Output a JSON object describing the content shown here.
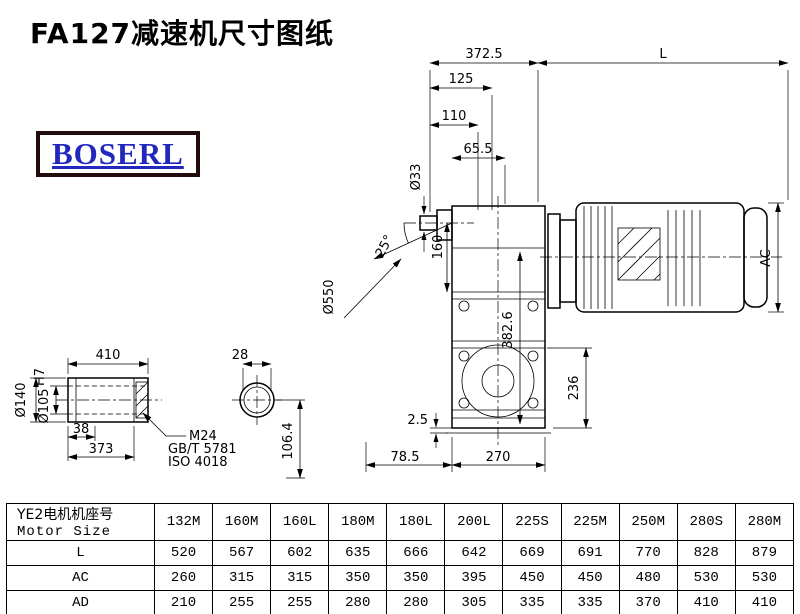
{
  "page": {
    "title": "FA127减速机尺寸图纸",
    "logo": "BOSERL"
  },
  "drawing": {
    "dims": {
      "d372_5": "372.5",
      "dL": "L",
      "d125": "125",
      "d110": "110",
      "d65_5": "65.5",
      "d33": "Ø33",
      "d160": "160",
      "d25": "25°",
      "d550": "Ø550",
      "d382_6": "382.6",
      "dAC": "AC",
      "d236": "236",
      "d2_5": "2.5",
      "d78_5": "78.5",
      "d270": "270",
      "d410": "410",
      "d140": "Ø140",
      "d105": "Ø105",
      "d105_fit": "H7",
      "d38": "38",
      "d373": "373",
      "d28": "28",
      "d106_4": "106.4"
    },
    "notes": {
      "m24": "M24",
      "gbt": "GB/T 5781",
      "iso": "ISO 4018"
    }
  },
  "table": {
    "header_cn": "YE2电机机座号",
    "header_en": "Motor Size",
    "columns": [
      "132M",
      "160M",
      "160L",
      "180M",
      "180L",
      "200L",
      "225S",
      "225M",
      "250M",
      "280S",
      "280M"
    ],
    "rows": [
      {
        "label": "L",
        "values": [
          520,
          567,
          602,
          635,
          666,
          642,
          669,
          691,
          770,
          828,
          879
        ]
      },
      {
        "label": "AC",
        "values": [
          260,
          315,
          315,
          350,
          350,
          395,
          450,
          450,
          480,
          530,
          530
        ]
      },
      {
        "label": "AD",
        "values": [
          210,
          255,
          255,
          280,
          280,
          305,
          335,
          335,
          370,
          410,
          410
        ]
      }
    ]
  }
}
